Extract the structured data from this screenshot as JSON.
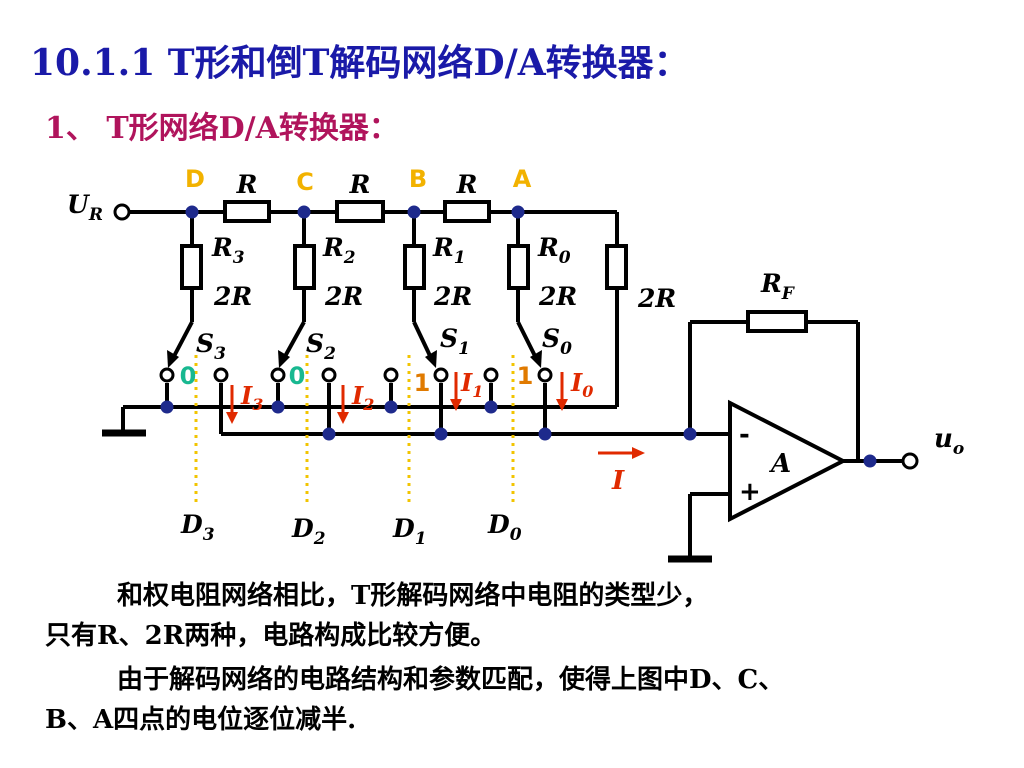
{
  "title": "10.1.1  T形和倒T解码网络D/A转换器：",
  "subtitle": "1、 T形网络D/A转换器：",
  "diagram": {
    "node_labels": [
      "D",
      "C",
      "B",
      "A"
    ],
    "series_resistor": "R",
    "input_voltage": "U",
    "input_voltage_sub": "R",
    "leg_resistors": [
      {
        "name": "R",
        "sub": "3",
        "value": "2R"
      },
      {
        "name": "R",
        "sub": "2",
        "value": "2R"
      },
      {
        "name": "R",
        "sub": "1",
        "value": "2R"
      },
      {
        "name": "R",
        "sub": "0",
        "value": "2R"
      }
    ],
    "termination_resistor": "2R",
    "switches": [
      {
        "name": "S",
        "sub": "3",
        "state": "0"
      },
      {
        "name": "S",
        "sub": "2",
        "state": "0"
      },
      {
        "name": "S",
        "sub": "1",
        "state": "1"
      },
      {
        "name": "S",
        "sub": "0",
        "state": "1"
      }
    ],
    "branch_currents": [
      {
        "name": "I",
        "sub": "3"
      },
      {
        "name": "I",
        "sub": "2"
      },
      {
        "name": "I",
        "sub": "1"
      },
      {
        "name": "I",
        "sub": "0"
      }
    ],
    "total_current": "I",
    "digital_inputs": [
      {
        "name": "D",
        "sub": "3"
      },
      {
        "name": "D",
        "sub": "2"
      },
      {
        "name": "D",
        "sub": "1"
      },
      {
        "name": "D",
        "sub": "0"
      }
    ],
    "feedback_resistor": {
      "name": "R",
      "sub": "F"
    },
    "opamp_label": "A",
    "opamp_minus": "-",
    "opamp_plus": "+",
    "output_label": {
      "name": "u",
      "sub": "o"
    }
  },
  "paragraphs": {
    "p1_line1": "和权电阻网络相比，T形解码网络中电阻的类型少，",
    "p1_line2": "只有R、2R两种，电路构成比较方便。",
    "p2_line1": "由于解码网络的电路结构和参数匹配，使得上图中D、C、",
    "p2_line2": "B、A四点的电位逐位减半."
  }
}
